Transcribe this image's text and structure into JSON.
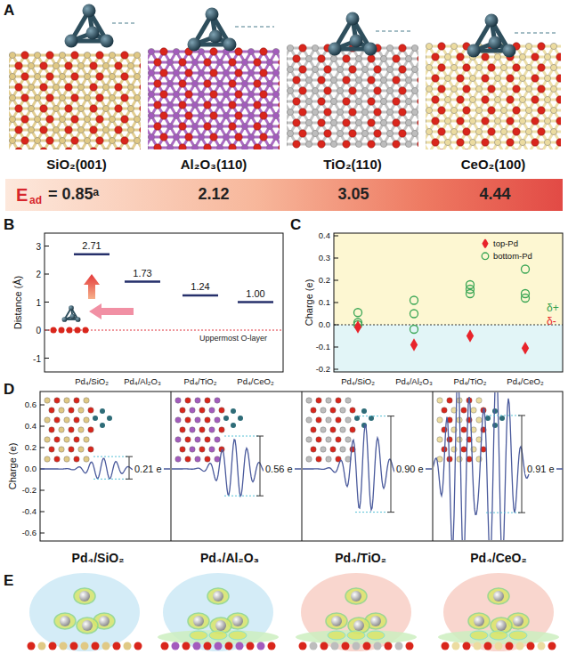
{
  "diagram": {
    "nodes": [
      {
        "text": [
          "E",
          "ad",
          "= 0.85ᵃ",
          "2.12",
          "3.05",
          "4.44"
        ]
      }
    ],
    "labels": [
      "A",
      "SiO₂(001)",
      "Al₂O₃(110)",
      "TiO₂(110)",
      "CeO₂(100)",
      "B",
      "C",
      "3",
      "2",
      "1",
      "0",
      "-1",
      "Distance (Å)",
      "2.71",
      "1.73",
      "1.24",
      "1.00",
      "Uppermost O-layer",
      "Pd₄/SiO₂",
      "Pd₄/Al₂O₃",
      "Pd₄/TiO₂",
      "Pd₄/CeO₂",
      "Charge (e)",
      "0.4",
      "0.3",
      "0.2",
      "0.1",
      "0.0",
      "-0.1",
      "-0.2",
      "δ+",
      "δ-",
      "Pd₄/SiO₂",
      "Pd₄/Al₂O₃",
      "Pd₄/TiO₂",
      "Pd₄/CeO₂",
      "D",
      "Charge (e)",
      "0.6",
      "0.4",
      "0.2",
      "0.0",
      "-0.2",
      "-0.4",
      "-0.6",
      "0.21 e",
      "0.56 e",
      "0.90 e",
      "0.91 e",
      "Pd₄/SiO₂",
      "Pd₄/Al₂O₃",
      "Pd₄/TiO₂",
      "Pd₄/CeO₂",
      "E"
    ],
    "legend": [
      {
        "text": "top-Pd"
      },
      {
        "text": "bottom-Pd"
      }
    ]
  }
}
